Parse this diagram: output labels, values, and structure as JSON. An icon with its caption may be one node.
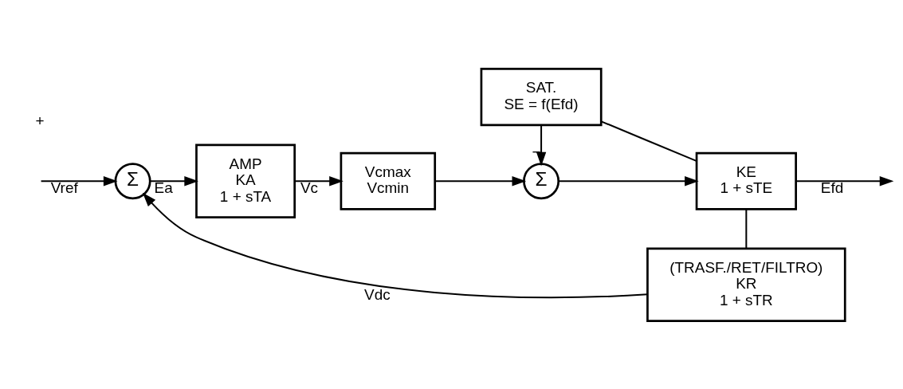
{
  "diagram": {
    "nodes": [
      {
        "text": [
          "Σ"
        ]
      },
      {
        "text": [
          "AMP",
          "KA",
          "1 + sTA"
        ]
      },
      {
        "text": [
          "Vcmax",
          "Vcmin"
        ]
      },
      {
        "text": [
          "Σ"
        ]
      },
      {
        "text": [
          "SAT.",
          "SE = f(Efd)"
        ]
      },
      {
        "text": [
          "KE",
          "1 + sTE"
        ]
      },
      {
        "text": [
          "(TRASF./RET/FILTRO)",
          "KR",
          "1 + sTR"
        ]
      }
    ],
    "edges": [
      {
        "from": null,
        "to": 0,
        "arrow": "to",
        "label": "Vref"
      },
      {
        "from": 0,
        "to": 1,
        "arrow": "to",
        "label": "Ea"
      },
      {
        "from": 1,
        "to": 2,
        "arrow": "to",
        "label": "Vc"
      },
      {
        "from": 2,
        "to": 3,
        "arrow": "to"
      },
      {
        "from": 3,
        "to": 5,
        "arrow": "to"
      },
      {
        "from": 5,
        "to": null,
        "arrow": "to",
        "label": "Efd"
      },
      {
        "from": 5,
        "to": 4,
        "arrow": "none"
      },
      {
        "from": 4,
        "to": 3,
        "arrow": "to",
        "label": "−"
      },
      {
        "from": 5,
        "to": 6,
        "arrow": "none"
      },
      {
        "from": 6,
        "to": 0,
        "arrow": "to",
        "label": "Vdc"
      }
    ],
    "labels": [
      "+"
    ]
  }
}
